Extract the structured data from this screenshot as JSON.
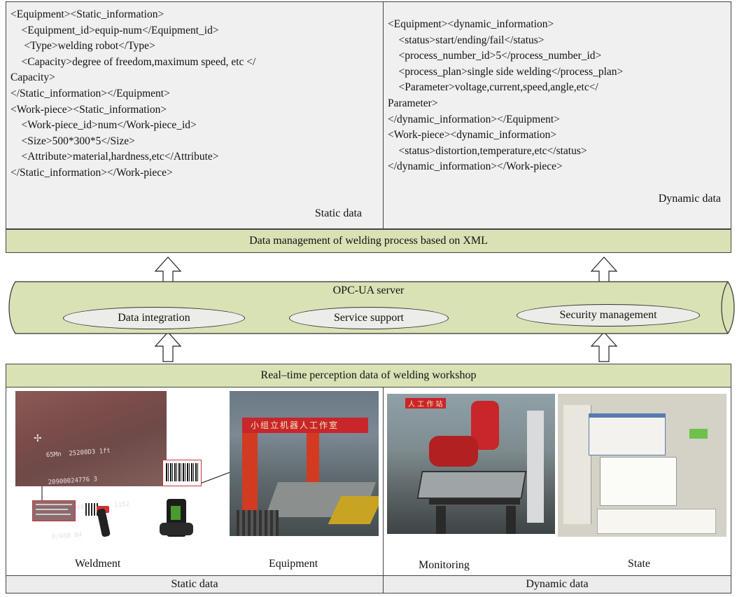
{
  "static_panel": {
    "lines": [
      "<Equipment><Static_information>",
      "    <Equipment_id>equip-num</Equipment_id>",
      "     <Type>welding robot</Type>",
      "    <Capacity>degree of freedom,maximum speed, etc </",
      "Capacity>",
      "</Static_information></Equipment>",
      "<Work-piece><Static_information>",
      "    <Work-piece_id>num</Work-piece_id>",
      "    <Size>500*300*5</Size>",
      "    <Attribute>material,hardness,etc</Attribute>",
      "</Static_information></Work-piece>"
    ],
    "caption": "Static data"
  },
  "dynamic_panel": {
    "lines": [
      "<Equipment><dynamic_information>",
      "    <status>start/ending/fail</status>",
      "    <process_number_id>5</process_number_id>",
      "    <process_plan>single side welding</process_plan>",
      "    <Parameter>voltage,current,speed,angle,etc</",
      "Parameter>",
      "</dynamic_information></Equipment>",
      "<Work-piece><dynamic_information>",
      "    <status>distortion,temperature,etc</status>",
      "</dynamic_information></Work-piece>"
    ],
    "caption": "Dynamic data"
  },
  "xml_band": "Data management of welding process based on XML",
  "opc": {
    "title": "OPC-UA server",
    "services": [
      "Data integration",
      "Service support",
      "Security management"
    ]
  },
  "perception_band": "Real–time perception data of welding workshop",
  "photo_labels": {
    "weldment": "Weldment",
    "equipment": "Equipment",
    "monitoring": "Monitoring",
    "state": "State"
  },
  "photo_text": {
    "plate_lines": [
      "65Mn  25200D3 1ft",
      "20900024776 3",
      "16X2200X8600 18101152",
      "D/ASB 04-2011"
    ],
    "banner": "小组立机器人工作室",
    "banner2": "人 工 作 站"
  },
  "footer": {
    "left": "Static data",
    "right": "Dynamic data"
  },
  "colors": {
    "band_fill": "#d9e2b5",
    "panel_fill": "#f0f0f0",
    "robot_red": "#c8262a"
  }
}
